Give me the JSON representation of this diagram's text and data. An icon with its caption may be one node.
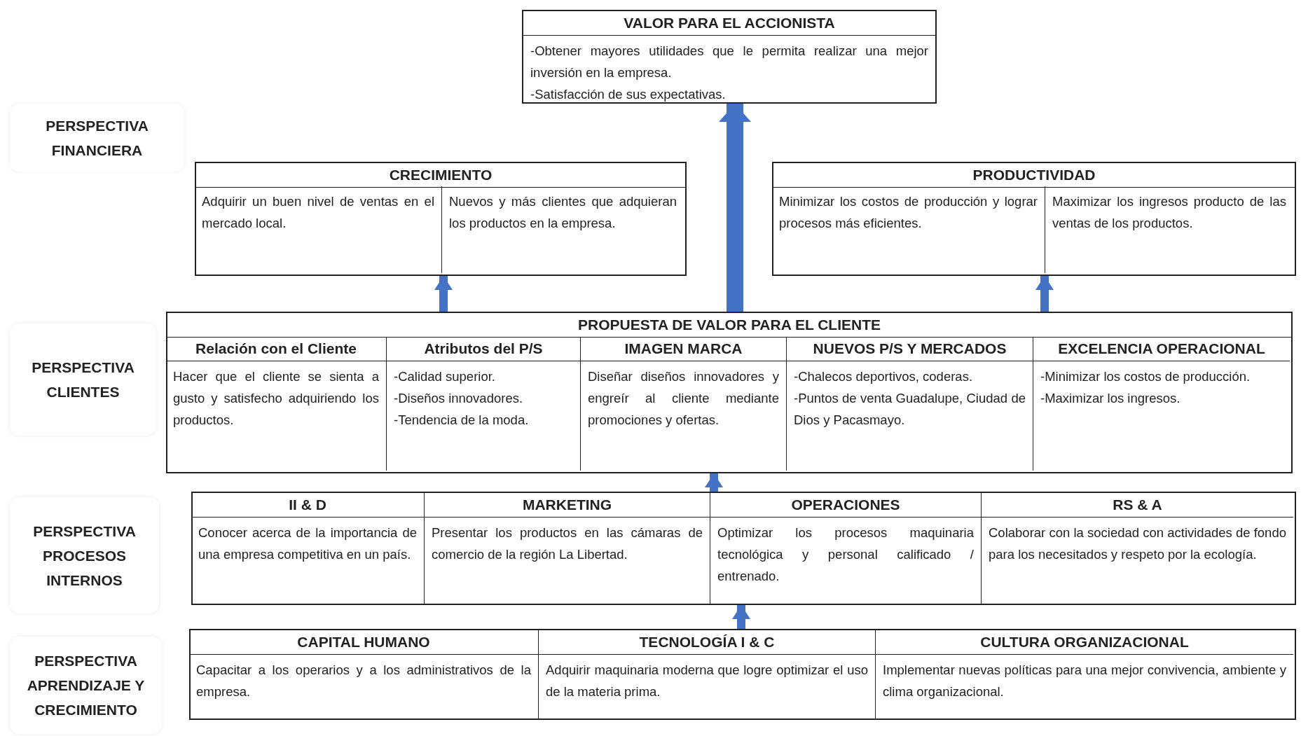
{
  "diagram": {
    "nodes": [
      {
        "text": [
          "VALOR PARA EL ACCIONISTA",
          "-Obtener mayores utilidades que le permita realizar una mejor inversión en la empresa.",
          "-Satisfacción de sus expectativas."
        ]
      },
      {
        "text": [
          "PERSPECTIVA FINANCIERA"
        ]
      },
      {
        "text": [
          "CRECIMIENTO"
        ]
      },
      {
        "text": [
          "Adquirir un buen nivel de ventas en el mercado local."
        ],
        "in": 2
      },
      {
        "text": [
          "Nuevos y más clientes que adquieran los productos en la empresa."
        ],
        "in": 2
      },
      {
        "text": [
          "PRODUCTIVIDAD"
        ]
      },
      {
        "text": [
          "Minimizar los costos de producción y lograr procesos más eficientes."
        ],
        "in": 5
      },
      {
        "text": [
          "Maximizar los ingresos producto de las ventas de los productos."
        ],
        "in": 5
      },
      {
        "text": [
          "PERSPECTIVA CLIENTES"
        ]
      },
      {
        "text": [
          "PROPUESTA DE VALOR PARA EL CLIENTE"
        ]
      },
      {
        "text": [
          "Relación con el Cliente",
          "Hacer que el cliente se sienta a gusto y satisfecho adquiriendo los productos."
        ],
        "in": 9
      },
      {
        "text": [
          "Atributos del P/S",
          "-Calidad superior.",
          "-Diseños innovadores.",
          "-Tendencia de la moda."
        ],
        "in": 9
      },
      {
        "text": [
          "IMAGEN MARCA",
          "Diseñar diseños innovadores y engreír al cliente mediante promociones y ofertas."
        ],
        "in": 9
      },
      {
        "text": [
          "NUEVOS P/S Y MERCADOS",
          "-Chalecos deportivos, coderas.",
          "-Puntos de venta Guadalupe, Ciudad de Dios y Pacasmayo."
        ],
        "in": 9
      },
      {
        "text": [
          "EXCELENCIA OPERACIONAL",
          "-Minimizar los costos de producción.",
          "-Maximizar los ingresos."
        ],
        "in": 9
      },
      {
        "text": [
          "PERSPECTIVA PROCESOS INTERNOS"
        ]
      },
      {
        "text": [],
        "shape": "box"
      },
      {
        "text": [
          "II & D",
          "Conocer acerca de la importancia de una empresa competitiva en un país."
        ],
        "in": 16
      },
      {
        "text": [
          "MARKETING",
          "Presentar los productos en las cámaras de comercio de la región La Libertad."
        ],
        "in": 16
      },
      {
        "text": [
          "OPERACIONES",
          "Optimizar los procesos maquinaria tecnológica y personal calificado / entrenado."
        ],
        "in": 16
      },
      {
        "text": [
          "RS & A",
          "Colaborar con la sociedad con actividades de fondo para los necesitados y respeto por la ecología."
        ],
        "in": 16
      },
      {
        "text": [
          "PERSPECTIVA APRENDIZAJE Y CRECIMIENTO"
        ]
      },
      {
        "text": [],
        "shape": "box"
      },
      {
        "text": [
          "CAPITAL HUMANO",
          "Capacitar a los operarios y a los administrativos de la empresa."
        ],
        "in": 22
      },
      {
        "text": [
          "TECNOLOGÍA I & C",
          "Adquirir maquinaria moderna que logre optimizar el uso de la materia prima."
        ],
        "in": 22
      },
      {
        "text": [
          "CULTURA ORGANIZACIONAL",
          "Implementar nuevas políticas para una mejor convivencia, ambiente y clima organizacional."
        ],
        "in": 22
      }
    ],
    "edges": [
      {
        "from": 9,
        "to": 0,
        "arrow": "to",
        "style": "thick"
      },
      {
        "from": 9,
        "to": 2,
        "arrow": "to"
      },
      {
        "from": 9,
        "to": 5,
        "arrow": "to"
      },
      {
        "from": 16,
        "to": 9,
        "arrow": "to"
      },
      {
        "from": 22,
        "to": 16,
        "arrow": "to"
      }
    ]
  }
}
